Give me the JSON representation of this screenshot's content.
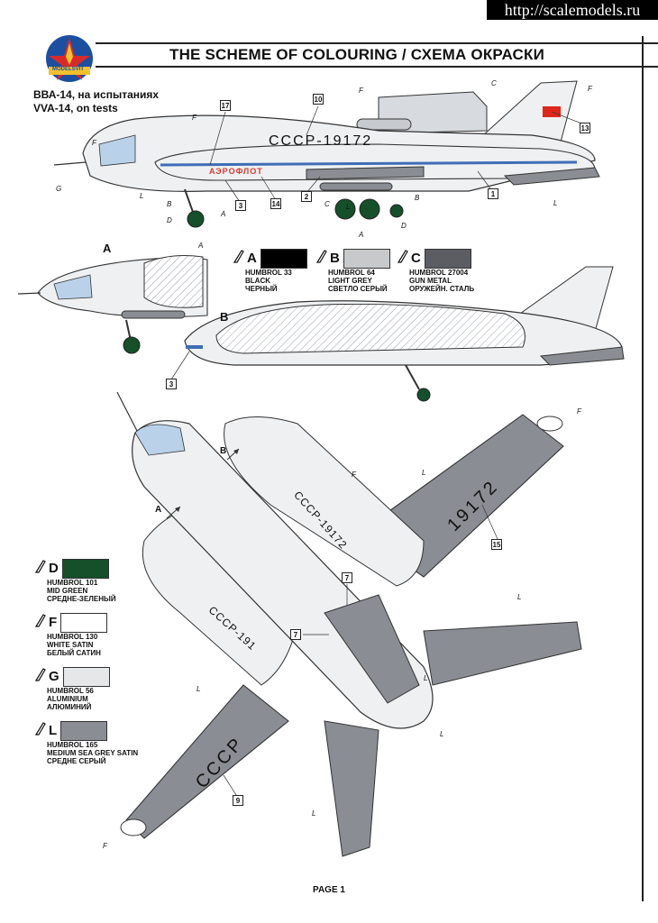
{
  "watermark": "http://scalemodels.ru",
  "header": {
    "title": "THE SCHEME OF COLOURING / СХЕМА ОКРАСКИ",
    "logo_text": "MODELSVIT"
  },
  "subtitle": {
    "line1": "ВВА-14, на испытаниях",
    "line2": "VVA-14, on tests"
  },
  "aircraft_markings": {
    "side_registration": "СССР-19172",
    "side_airline": "АЭРОФЛОТ",
    "wing_number": "19172",
    "wing_country": "СССР",
    "top_fuselage_1": "СССР-19172",
    "top_fuselage_2": "СССР-191"
  },
  "views": {
    "a": "A",
    "b": "B"
  },
  "colours_top": [
    {
      "letter": "A",
      "hex": "#000000",
      "l1": "HUMBROL 33",
      "l2": "BLACK",
      "l3": "ЧЕРНЫЙ"
    },
    {
      "letter": "B",
      "hex": "#c8c9cb",
      "l1": "HUMBROL 64",
      "l2": "LIGHT GREY",
      "l3": "СВЕТЛО СЕРЫЙ"
    },
    {
      "letter": "C",
      "hex": "#5c5d62",
      "l1": "HUMBROL 27004",
      "l2": "GUN METAL",
      "l3": "ОРУЖЕЙН. СТАЛЬ"
    }
  ],
  "colours_left": [
    {
      "letter": "D",
      "hex": "#15502a",
      "l1": "HUMBROL 101",
      "l2": "MID GREEN",
      "l3": "СРЕДНЕ-ЗЕЛЕНЫЙ"
    },
    {
      "letter": "F",
      "hex": "#ffffff",
      "l1": "HUMBROL 130",
      "l2": "WHITE SATIN",
      "l3": "БЕЛЫЙ САТИН"
    },
    {
      "letter": "G",
      "hex": "#e6e7e9",
      "l1": "HUMBROL 56",
      "l2": "ALUMINIUM",
      "l3": "АЛЮМИНИЙ"
    },
    {
      "letter": "L",
      "hex": "#8a8d93",
      "l1": "HUMBROL 165",
      "l2": "MEDIUM SEA GREY SATIN",
      "l3": "СРЕДНЕ СЕРЫЙ"
    }
  ],
  "decal_numbers": [
    "10",
    "17",
    "3",
    "14",
    "2",
    "1",
    "13",
    "3",
    "15",
    "7",
    "7",
    "9"
  ],
  "marker_letters": {
    "a": "A",
    "b": "B",
    "c": "C",
    "d": "D",
    "f": "F",
    "g": "G",
    "l": "L"
  },
  "footer": "PAGE 1",
  "colors": {
    "fuselage_white": "#eef0f2",
    "wing_grey": "#8a8d93",
    "stripe_blue": "#3f6db5",
    "stripe_red": "#d83a2c",
    "flag_red": "#e0251b"
  }
}
